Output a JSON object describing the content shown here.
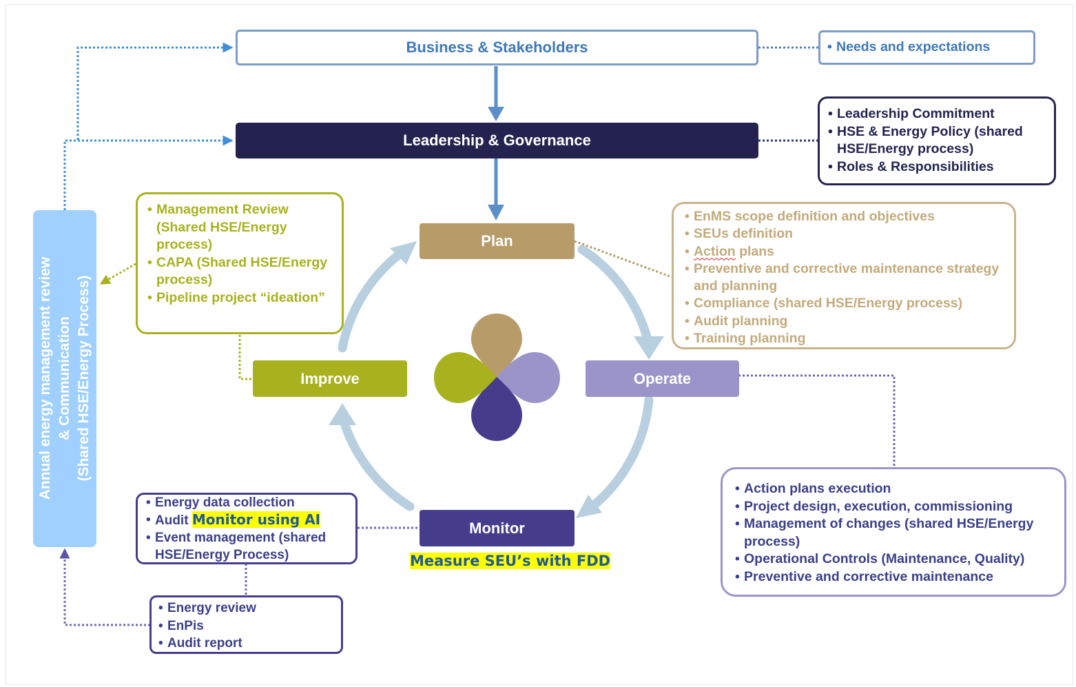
{
  "top": {
    "business": "Business & Stakeholders",
    "leadership": "Leadership & Governance",
    "needs": "Needs and expectations"
  },
  "leadership_list": [
    "Leadership Commitment",
    "HSE & Energy Policy (shared HSE/Energy process)",
    "Roles & Responsibilities"
  ],
  "cycle": {
    "plan": "Plan",
    "operate": "Operate",
    "monitor": "Monitor",
    "improve": "Improve"
  },
  "plan_list": {
    "i0": "EnMS scope definition and objectives",
    "i1": "SEUs definition",
    "i2a": "Action",
    "i2b": " plans",
    "i3": "Preventive and corrective maintenance strategy and planning",
    "i4": "Compliance (shared HSE/Energy process)",
    "i5": "Audit planning",
    "i6": "Training planning"
  },
  "improve_list": [
    "Management Review (Shared HSE/Energy process)",
    "CAPA (Shared HSE/Energy process)",
    "Pipeline project “ideation”"
  ],
  "operate_list": [
    "Action plans execution",
    "Project design, execution, commissioning",
    "Management of changes (shared HSE/Energy process)",
    "Operational Controls (Maintenance, Quality)",
    "Preventive and corrective maintenance"
  ],
  "monitor_list": {
    "i0": "Energy data collection",
    "i1": "Audit",
    "i1_highlight": "Monitor using AI",
    "i2": "Event management (shared HSE/Energy Process)"
  },
  "monitor_highlight": "Measure SEU’s with FDD",
  "review_list": [
    "Energy review",
    "EnPis",
    "Audit report"
  ],
  "side": {
    "line1": "Annual energy management review",
    "line2": "& Communication",
    "line3": "(Shared HSE/Energy Process)"
  },
  "colors": {
    "navy": "#24234f",
    "steel_blue": "#3e78b8",
    "plan": "#b79c69",
    "improve": "#a7b21e",
    "operate": "#9b94c9",
    "monitor": "#453c8c",
    "side_panel": "#9fd0ff",
    "cycle_ring": "#b8cfe0",
    "highlight": "#ffff00"
  }
}
